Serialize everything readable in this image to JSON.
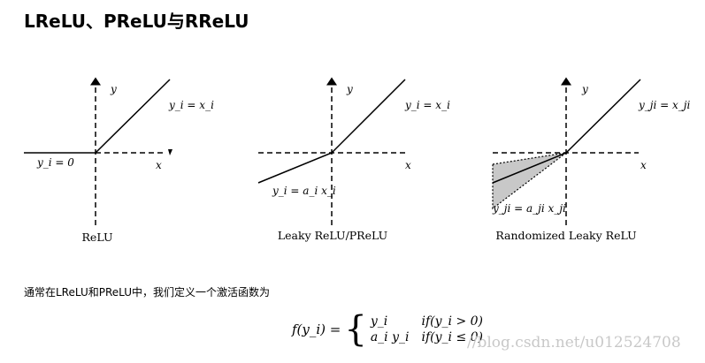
{
  "title": "LReLU、PReLU与RReLU",
  "diagrams": [
    {
      "caption": "ReLU",
      "y_label": "y",
      "x_label": "x",
      "pos_label": "y_i = x_i",
      "neg_label": "y_i = 0"
    },
    {
      "caption": "Leaky ReLU/PReLU",
      "y_label": "y",
      "x_label": "x",
      "pos_label": "y_i = x_i",
      "neg_label": "y_i = a_i x_i"
    },
    {
      "caption": "Randomized Leaky ReLU",
      "y_label": "y",
      "x_label": "x",
      "pos_label": "y_ji = x_ji",
      "neg_label": "y_ji = a_ji x_ji"
    }
  ],
  "paragraph": "通常在LReLU和PReLU中，我们定义一个激活函数为",
  "formula": {
    "lhs": "f(y_i) =",
    "cases": [
      {
        "value": "y_i",
        "cond": "if(y_i > 0)"
      },
      {
        "value": "a_i y_i",
        "cond": "if(y_i ≤ 0)"
      }
    ]
  },
  "watermark": "//blog.csdn.net/u012524708"
}
